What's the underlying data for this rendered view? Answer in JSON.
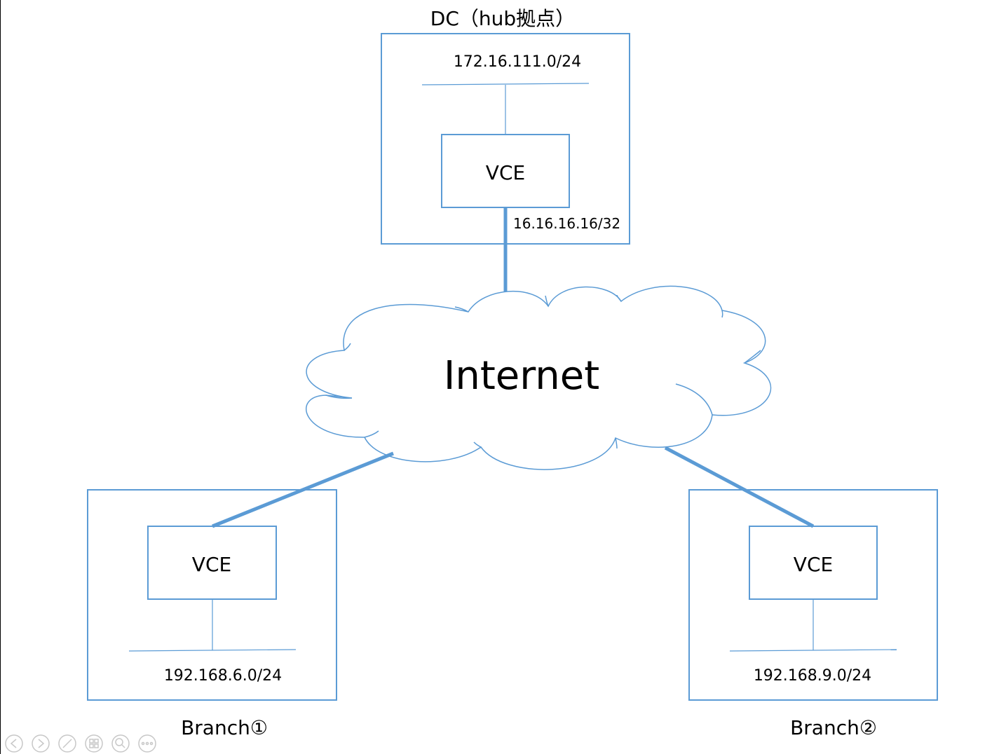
{
  "dc": {
    "title": "DC（hub拠点）",
    "lan_subnet": "172.16.111.0/24",
    "router_label": "VCE",
    "wan_address": "16.16.16.16/32"
  },
  "cloud": {
    "label": "Internet"
  },
  "branch1": {
    "title": "Branch①",
    "router_label": "VCE",
    "lan_subnet": "192.168.6.0/24"
  },
  "branch2": {
    "title": "Branch②",
    "router_label": "VCE",
    "lan_subnet": "192.168.9.0/24"
  },
  "colors": {
    "accent": "#5b9bd5",
    "text": "#000000",
    "background": "#ffffff"
  },
  "slide_controls": {
    "icons": [
      "previous-icon",
      "next-icon",
      "pen-icon",
      "slides-icon",
      "zoom-icon",
      "more-icon"
    ]
  }
}
